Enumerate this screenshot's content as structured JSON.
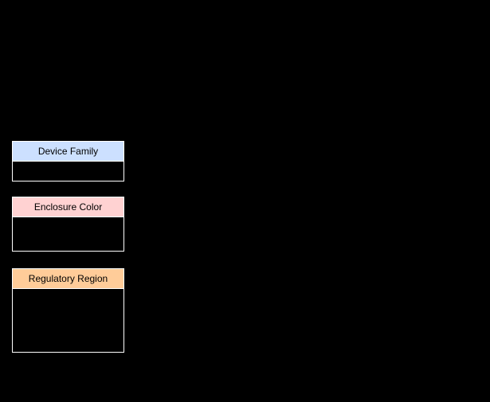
{
  "diagram": {
    "background_color": "#000000",
    "border_color": "#ffffff",
    "nodes": [
      {
        "title": "Device Family",
        "header_color": "#cce0ff",
        "body_text": ""
      },
      {
        "title": "Enclosure Color",
        "header_color": "#ffd2d2",
        "body_text": ""
      },
      {
        "title": "Regulatory Region",
        "header_color": "#ffcc99",
        "body_text": ""
      }
    ]
  }
}
